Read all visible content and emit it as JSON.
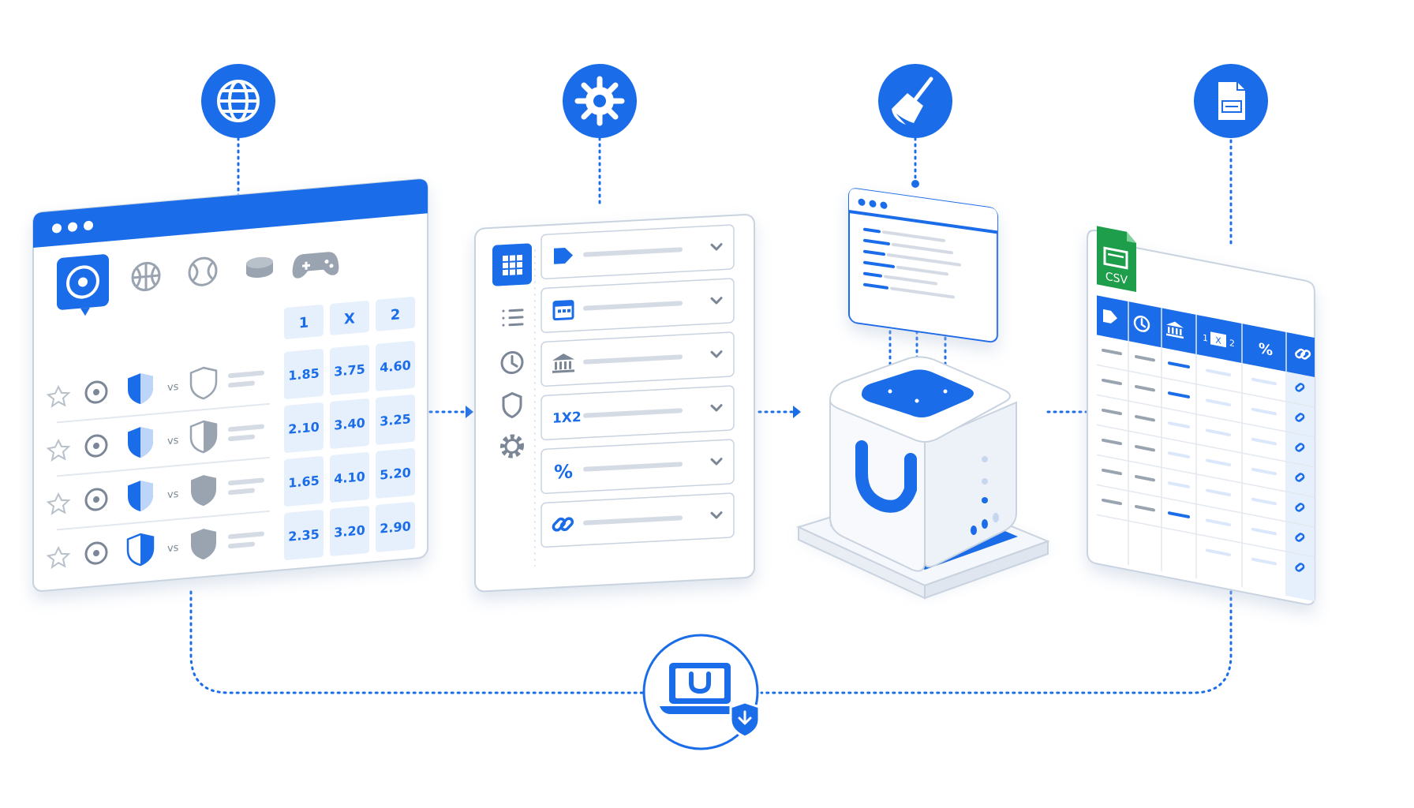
{
  "colors": {
    "accent": "#1a6ce8",
    "accent_light": "#e6f0fd",
    "border": "#c9d3df",
    "csv_green": "#1e9e4a",
    "gray_icon": "#9aa4b1"
  },
  "step_icons": [
    "globe-icon",
    "gear-icon",
    "broom-icon",
    "csv-document-icon"
  ],
  "sports_tabs": [
    "soccer-icon",
    "basketball-icon",
    "tennis-icon",
    "hockey-puck-icon",
    "gamepad-icon"
  ],
  "odds": {
    "headers": [
      "1",
      "X",
      "2"
    ],
    "vs_label": "vs",
    "rows": [
      [
        "1.85",
        "3.75",
        "4.60"
      ],
      [
        "2.10",
        "3.40",
        "3.25"
      ],
      [
        "1.65",
        "4.10",
        "5.20"
      ],
      [
        "2.35",
        "3.20",
        "2.90"
      ]
    ]
  },
  "settings_panel": {
    "sidebar": [
      "grid-icon",
      "list-icon",
      "clock-icon",
      "shield-icon",
      "gear-icon"
    ],
    "rows": [
      "tag-icon",
      "calendar-icon",
      "bank-icon",
      "1X2",
      "%",
      "link-icon"
    ]
  },
  "csv_table": {
    "badge": "CSV",
    "header_icons": [
      "tag-icon",
      "clock-icon",
      "bank-icon",
      "1X2-icon",
      "%",
      "link-icon"
    ],
    "header_1x2": [
      "1",
      "X",
      "2"
    ]
  }
}
